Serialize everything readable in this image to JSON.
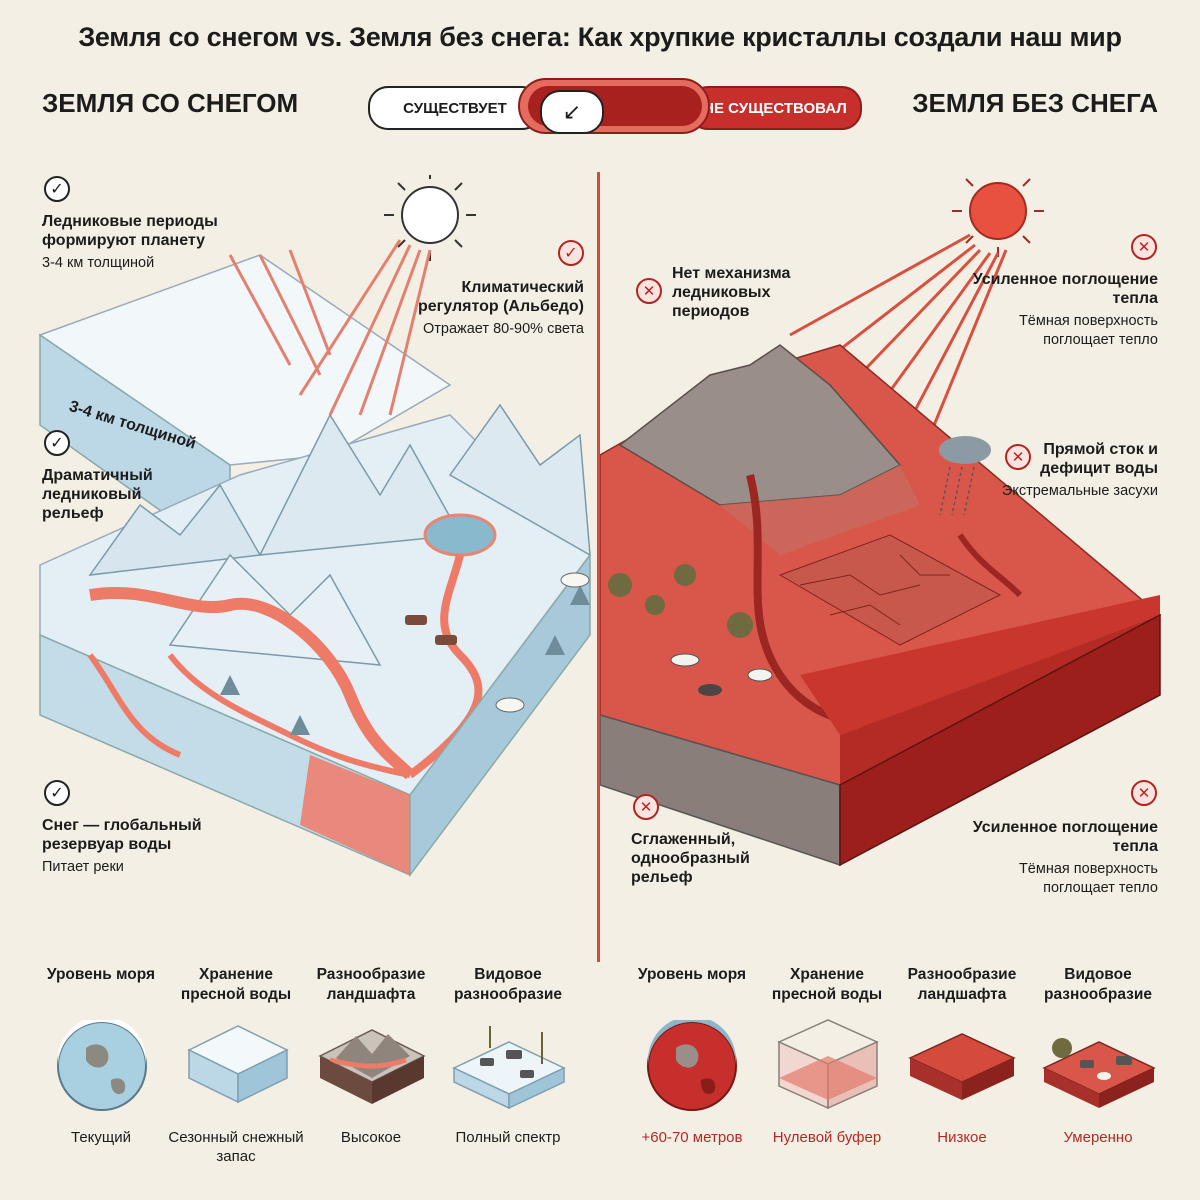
{
  "title": "Земля со снегом vs. Земля без снега: Как хрупкие кристаллы создали наш мир",
  "left_heading": "ЗЕМЛЯ СО СНЕГОМ",
  "right_heading": "ЗЕМЛЯ БЕЗ СНЕГА",
  "toggle": {
    "left_label": "СУЩЕСТВУЕТ",
    "right_label": "НЕ СУЩЕСТВОВАЛ",
    "knob_symbol": "↙"
  },
  "left_notes": [
    {
      "title": "Ледниковые периоды формируют планету",
      "sub": "3-4 км толщиной"
    },
    {
      "title": "Климатический регулятор (Альбедо)",
      "sub": "Отражает 80-90% света"
    },
    {
      "title": "Драматичный ледниковый рельеф",
      "sub": ""
    },
    {
      "title": "Снег — глобальный резервуар воды",
      "sub": "Питает реки"
    }
  ],
  "ice_thickness_label": "3-4 км толщиной",
  "right_notes": [
    {
      "title": "Нет механизма ледниковых периодов",
      "sub": ""
    },
    {
      "title": "Усиленное поглощение тепла",
      "sub": "Тёмная поверхность поглощает тепло"
    },
    {
      "title": "Прямой сток и дефицит воды",
      "sub": "Экстремальные засухи"
    },
    {
      "title": "Сглаженный, однообразный рельеф",
      "sub": ""
    },
    {
      "title": "Усиленное поглощение тепла",
      "sub": "Тёмная поверхность поглощает тепло"
    }
  ],
  "bottom_left": [
    {
      "label": "Уровень моря",
      "value": "Текущий",
      "icon": "globe-icon"
    },
    {
      "label": "Хранение пресной воды",
      "value": "Сезонный снежный запас",
      "icon": "ice-block-icon"
    },
    {
      "label": "Разнообразие ландшафта",
      "value": "Высокое",
      "icon": "landscape-icon"
    },
    {
      "label": "Видовое разнообразие",
      "value": "Полный спектр",
      "icon": "species-icon"
    }
  ],
  "bottom_right": [
    {
      "label": "Уровень моря",
      "value": "+60-70 метров",
      "icon": "globe-icon"
    },
    {
      "label": "Хранение пресной воды",
      "value": "Нулевой буфер",
      "icon": "empty-box-icon"
    },
    {
      "label": "Разнообразие ландшафта",
      "value": "Низкое",
      "icon": "flat-slab-icon"
    },
    {
      "label": "Видовое разнообразие",
      "value": "Умеренно",
      "icon": "species-icon"
    }
  ],
  "colors": {
    "accent_red": "#c62f2c",
    "ice_blue": "#cfe4ee",
    "river_salmon": "#ee7a68",
    "background": "#f4efe4"
  }
}
